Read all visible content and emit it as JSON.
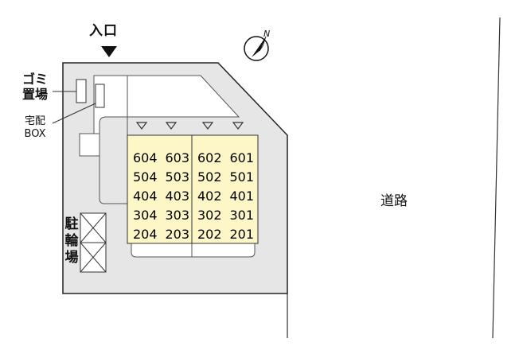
{
  "labels": {
    "entrance": "入口",
    "garbage": "ゴミ置場",
    "delivery_box_line1": "宅配",
    "delivery_box_line2": "BOX",
    "bicycle_parking": "駐輪場",
    "road": "道路"
  },
  "compass": {
    "north_label": "N"
  },
  "units": [
    [
      "604",
      "603",
      "602",
      "601"
    ],
    [
      "504",
      "503",
      "502",
      "501"
    ],
    [
      "404",
      "403",
      "402",
      "401"
    ],
    [
      "304",
      "303",
      "302",
      "301"
    ],
    [
      "204",
      "203",
      "202",
      "201"
    ]
  ],
  "colors": {
    "lot": "#e6e6e6",
    "building": "#fdf7c8",
    "outline": "#222222"
  }
}
